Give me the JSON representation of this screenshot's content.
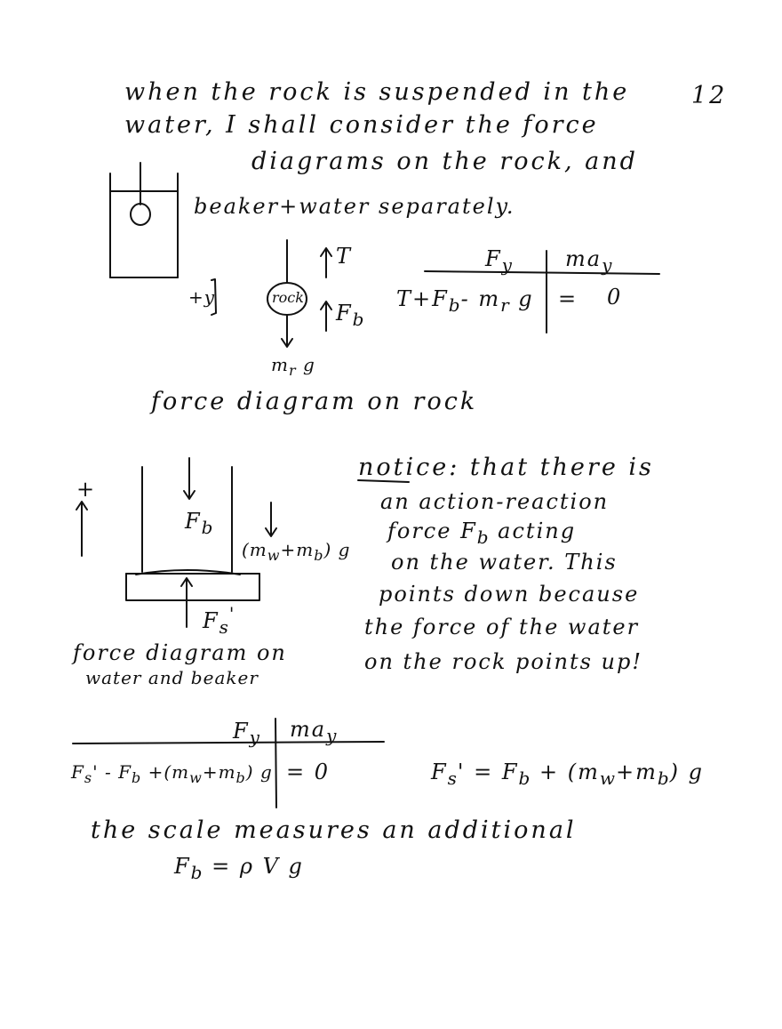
{
  "page_number": "12",
  "intro": {
    "line1": "when the rock is suspended in the",
    "line2": "water, I shall consider the force",
    "line3": "diagrams on the rock, and",
    "line4": "beaker+water separately."
  },
  "rock_diagram": {
    "tension_label": "T",
    "rock_label": "rock",
    "buoyant_label": "F",
    "buoyant_sub": "b",
    "weight_label": "m",
    "weight_sub": "r",
    "weight_g": "g",
    "axis_label": "+y",
    "caption": "force diagram on rock"
  },
  "rock_table": {
    "col1_header": "F",
    "col1_sub": "y",
    "col2_header": "ma",
    "col2_sub": "y",
    "eq_left": "T+F",
    "eq_left_sub": "b",
    "eq_left_rest": "- m",
    "eq_left_sub2": "r",
    "eq_left_g": "g",
    "eq_sign": "=",
    "eq_right": "0"
  },
  "beaker_diagram": {
    "axis_label": "+",
    "fb_label": "F",
    "fb_sub": "b",
    "weight_label": "(m",
    "weight_sub1": "w",
    "weight_mid": "+m",
    "weight_sub2": "b",
    "weight_end": ") g",
    "fs_label": "F",
    "fs_sub": "s",
    "fs_prime": "'",
    "caption_line1": "force diagram on",
    "caption_line2": "water and beaker"
  },
  "notice": {
    "heading": "notice:",
    "line1": "that there is",
    "line2": "an action-reaction",
    "line3": "force F",
    "line3_sub": "b",
    "line3_end": " acting",
    "line4": "on the water. This",
    "line5": "points down because",
    "line6": "the force of the water",
    "line7": "on the rock points up!"
  },
  "beaker_table": {
    "col1_header": "F",
    "col1_sub": "y",
    "col2_header": "ma",
    "col2_sub": "y",
    "eq_left": "F",
    "eq_left_sub": "s",
    "eq_left_mid": "' - F",
    "eq_left_sub2": "b",
    "eq_left_rest": " +(m",
    "eq_left_sub3": "w",
    "eq_left_plus": "+m",
    "eq_left_sub4": "b",
    "eq_left_end": ") g",
    "eq_right": "= 0"
  },
  "result": {
    "lhs": "F",
    "lhs_sub": "s",
    "lhs_prime": "' =",
    "rhs": " F",
    "rhs_sub": "b",
    "rhs_mid": " + (m",
    "rhs_sub2": "w",
    "rhs_plus": "+m",
    "rhs_sub3": "b",
    "rhs_end": ") g"
  },
  "conclusion": {
    "line1": "the scale measures an additional",
    "line2_lhs": "F",
    "line2_sub": "b",
    "line2_rhs": " = ρ V g"
  }
}
